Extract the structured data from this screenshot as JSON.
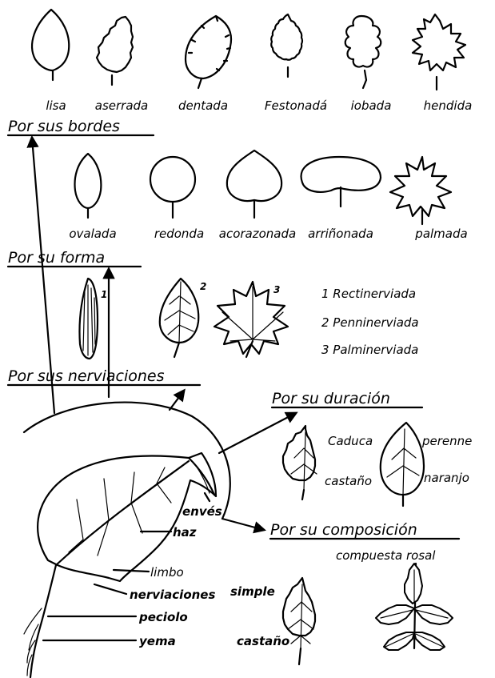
{
  "bordes": {
    "header": "Por sus bordes",
    "items": [
      "lisa",
      "aserrada",
      "dentada",
      "Festonadá",
      "iobada",
      "hendida"
    ]
  },
  "forma": {
    "header": "Por su forma",
    "items": [
      "ovalada",
      "redonda",
      "acorazonada",
      "arriñonada",
      "palmada"
    ]
  },
  "nerviaciones": {
    "header": "Por sus nerviaciones",
    "numbers": [
      "1",
      "2",
      "3"
    ],
    "legend": [
      "1 Rectinerviada",
      "2 Penninerviada",
      "3 Palminerviada"
    ]
  },
  "duracion": {
    "header": "Por su duración",
    "caduca": "Caduca",
    "castano": "castaño",
    "perenne": "perenne",
    "naranjo": "naranjo"
  },
  "composicion": {
    "header": "Por su composición",
    "compuesta": "compuesta rosal",
    "simple": "simple",
    "castano": "castaño"
  },
  "partes": [
    "envés",
    "haz",
    "limbo",
    "nerviaciones",
    "peciolo",
    "yema"
  ]
}
